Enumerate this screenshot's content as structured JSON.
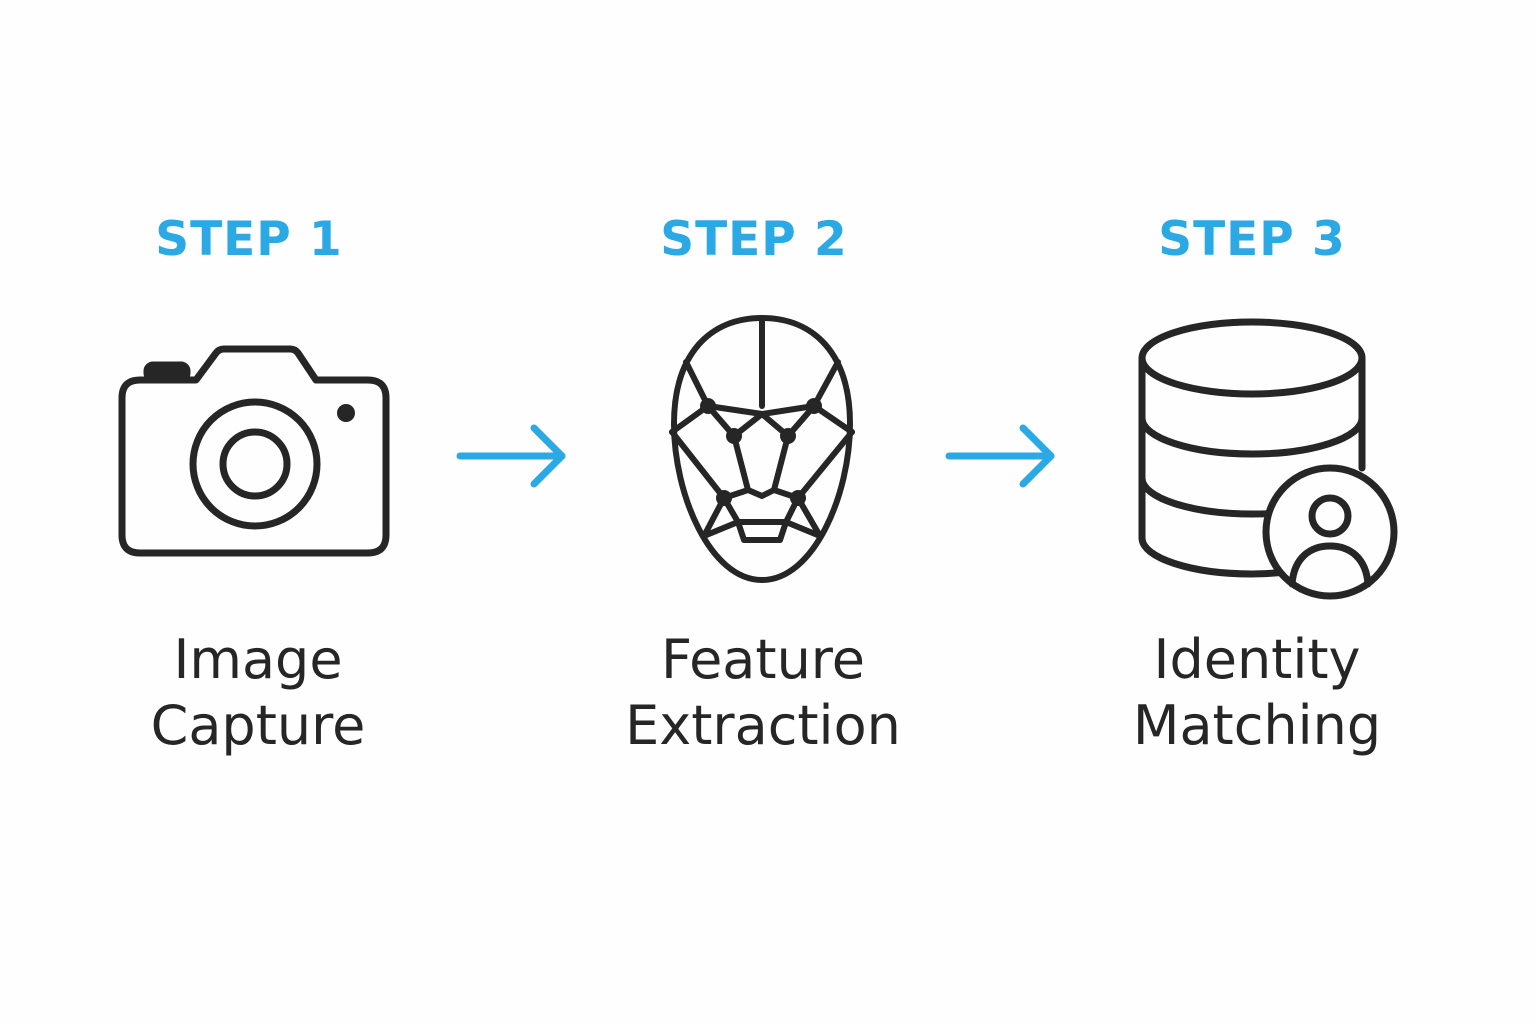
{
  "colors": {
    "accent": "#2aa9e4",
    "ink": "#262626",
    "background": "#fefefe"
  },
  "steps": [
    {
      "label": "STEP 1",
      "title_line1": "Image",
      "title_line2": "Capture",
      "icon": "camera-icon"
    },
    {
      "label": "STEP 2",
      "title_line1": "Feature",
      "title_line2": "Extraction",
      "icon": "face-mesh-icon"
    },
    {
      "label": "STEP 3",
      "title_line1": "Identity",
      "title_line2": "Matching",
      "icon": "database-user-icon"
    }
  ],
  "connectors": [
    "arrow-right-icon",
    "arrow-right-icon"
  ]
}
